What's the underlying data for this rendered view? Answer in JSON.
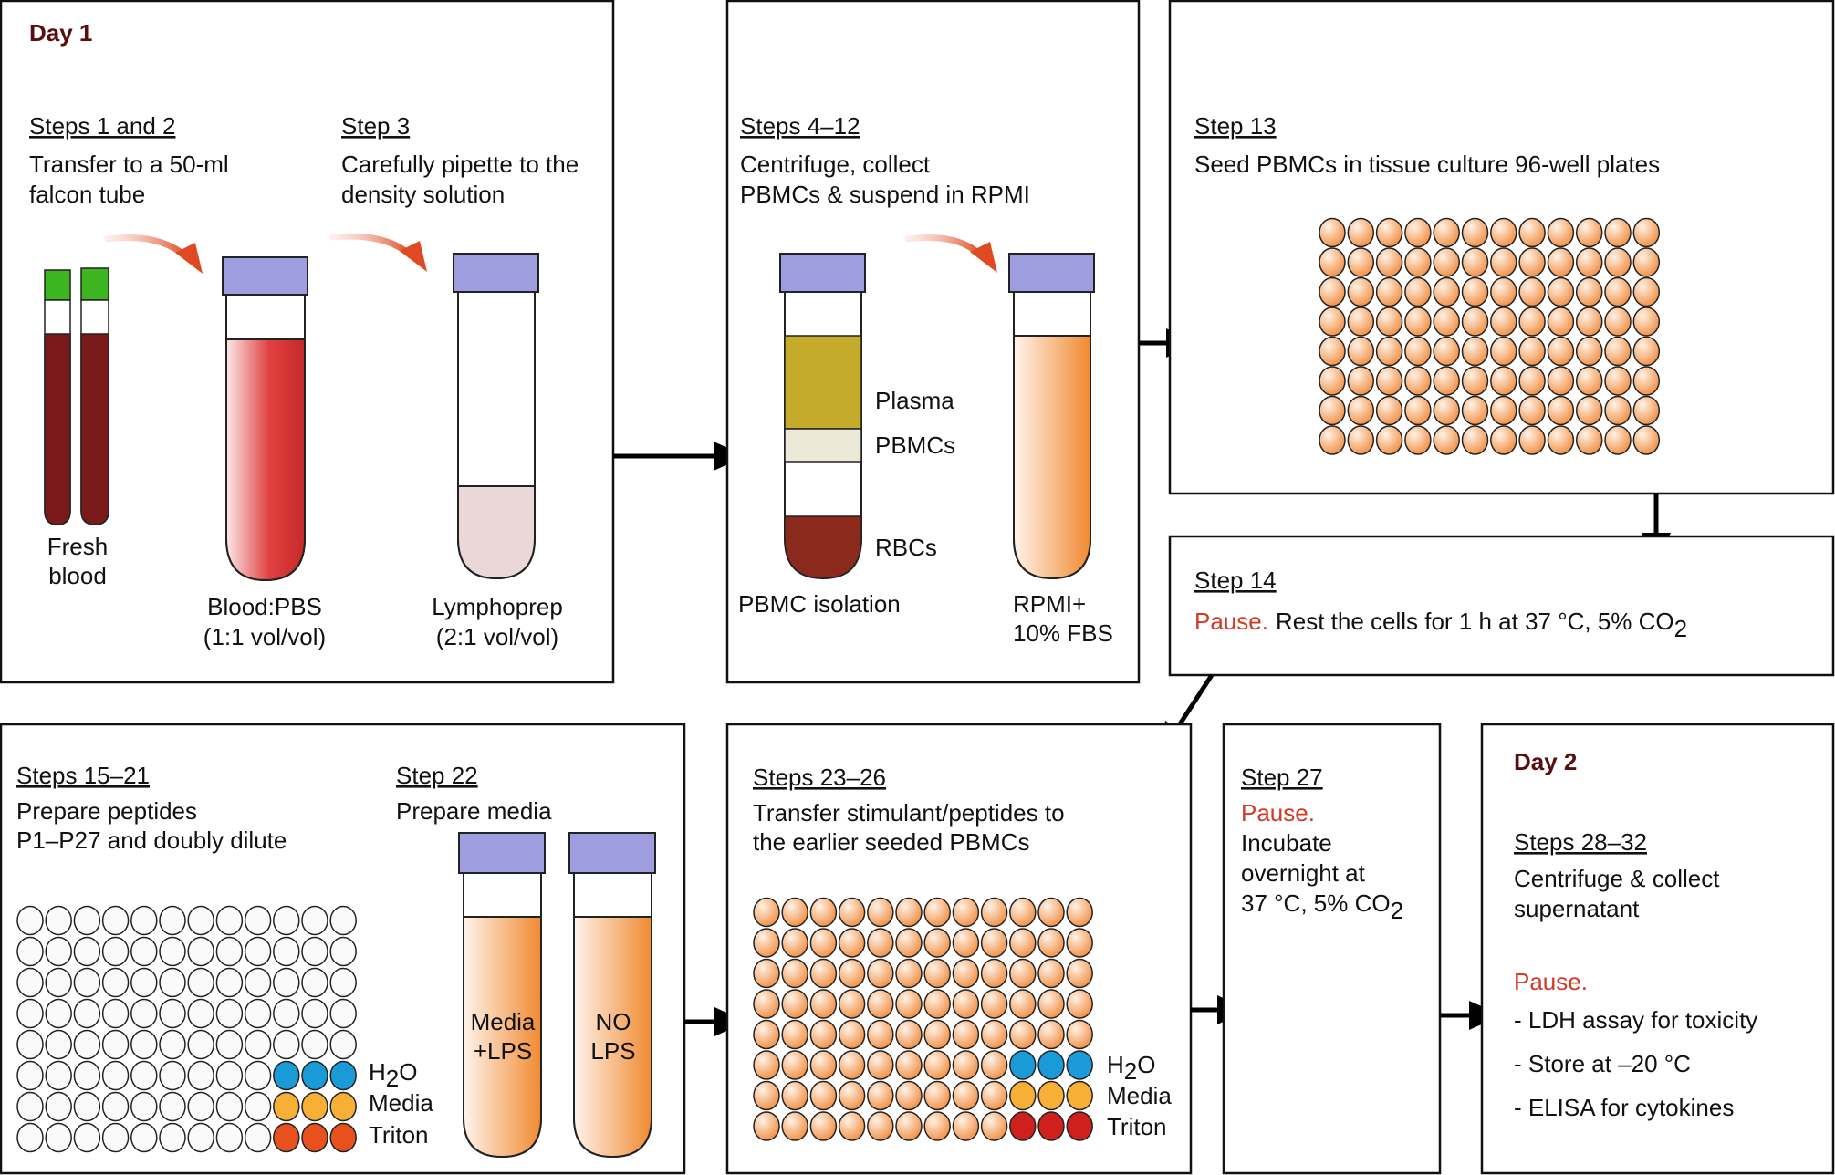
{
  "day1_label": "Day 1",
  "day2_label": "Day 2",
  "panel1": {
    "stepA_title": "Steps 1 and 2",
    "stepA_line1": "Transfer to a 50-ml",
    "stepA_line2": "falcon tube",
    "stepB_title": "Step 3",
    "stepB_line1": "Carefully pipette to the",
    "stepB_line2": "density solution",
    "fresh_blood_line1": "Fresh",
    "fresh_blood_line2": "blood",
    "blood_pbs_line1": "Blood:PBS",
    "blood_pbs_line2": "(1:1 vol/vol)",
    "lymphoprep_line1": "Lymphoprep",
    "lymphoprep_line2": "(2:1 vol/vol)"
  },
  "panel2": {
    "title": "Steps 4–12",
    "line1": "Centrifuge, collect",
    "line2": "PBMCs & suspend in RPMI",
    "plasma": "Plasma",
    "pbmcs": "PBMCs",
    "rbcs": "RBCs",
    "isolation": "PBMC isolation",
    "rpmi_line1": "RPMI+",
    "rpmi_line2": "10% FBS"
  },
  "panel3": {
    "title": "Step 13",
    "line1": "Seed PBMCs in tissue culture 96-well plates"
  },
  "panel4": {
    "title": "Step 14",
    "pause": "Pause.",
    "text": "Rest the cells for 1 h at 37 °C, 5% CO",
    "sub": "2"
  },
  "panel5": {
    "stepA_title": "Steps 15–21",
    "stepA_line1": "Prepare peptides",
    "stepA_line2": "P1–P27 and doubly dilute",
    "stepB_title": "Step 22",
    "stepB_line1": "Prepare media",
    "tube1_line1": "Media",
    "tube1_line2": "+LPS",
    "tube2_line1": "NO",
    "tube2_line2": "LPS",
    "legend_h2o_h": "H",
    "legend_h2o_sub": "2",
    "legend_h2o_o": "O",
    "legend_media": "Media",
    "legend_triton": "Triton"
  },
  "panel6": {
    "title": "Steps 23–26",
    "line1": "Transfer  stimulant/peptides to",
    "line2": "the earlier seeded PBMCs",
    "legend_h2o_h": "H",
    "legend_h2o_sub": "2",
    "legend_h2o_o": "O",
    "legend_media": "Media",
    "legend_triton": "Triton"
  },
  "panel7": {
    "title": "Step 27",
    "pause": "Pause.",
    "line1": "Incubate",
    "line2": "overnight at",
    "line3": "37 °C, 5% CO",
    "sub": "2"
  },
  "panel8": {
    "title": "Steps 28–32",
    "line1": "Centrifuge & collect",
    "line2": "supernatant",
    "pause": "Pause.",
    "item1": "- LDH assay for toxicity",
    "item2": "- Store at –20 °C",
    "item3": "- ELISA for cytokines"
  },
  "colors": {
    "blood": "#7a1a1a",
    "green_cap": "#3cb521",
    "purple_cap": "#9d9de0",
    "plasma": "#c4ab2a",
    "pbmc_layer": "#ece8d8",
    "rbc": "#8b2a1c",
    "lymphoprep": "#ead8d8",
    "orange_arrow": "#e04a22",
    "well_blue": "#1a9ad6",
    "well_yellow": "#f7b035",
    "well_orange_red": "#e8501e",
    "well_red": "#d0201e",
    "pause_red": "#d23a26",
    "day_label": "#5a0d0d"
  }
}
